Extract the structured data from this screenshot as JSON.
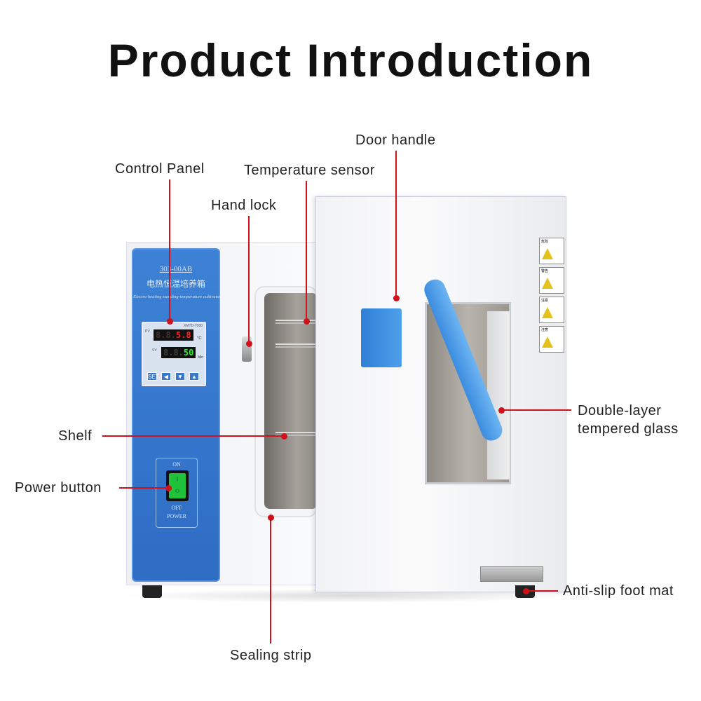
{
  "title": "Product Introduction",
  "product": {
    "model": "303-00AB",
    "name_cn": "电热恒温培养箱",
    "name_en": "Electro-heating standing-temperature cultivator",
    "controller": {
      "brand": "XMTD-7000",
      "pv_label": "PV",
      "sv_label": "SV",
      "pv_dim": "8.8.",
      "pv_value": "5.8",
      "sv_dim": "8.8.",
      "sv_value": "50",
      "unit_c": "°C",
      "unit_min": "Min",
      "buttons": [
        "SET",
        "◀",
        "▼",
        "▲"
      ]
    },
    "power": {
      "on": "ON",
      "off": "OFF",
      "label": "POWER",
      "i": "I",
      "o": "O"
    },
    "warnings": [
      "危险",
      "警告",
      "注意",
      "注意"
    ]
  },
  "labels": {
    "control_panel": "Control Panel",
    "temperature_sensor": "Temperature sensor",
    "hand_lock": "Hand lock",
    "door_handle": "Door handle",
    "glass_1": "Double-layer",
    "glass_2": "tempered glass",
    "shelf": "Shelf",
    "power_button": "Power button",
    "foot_mat": "Anti-slip foot mat",
    "sealing_strip": "Sealing strip"
  },
  "colors": {
    "accent": "#d0101a",
    "panel": "#2f6cc4",
    "handle": "#3b8de0"
  }
}
